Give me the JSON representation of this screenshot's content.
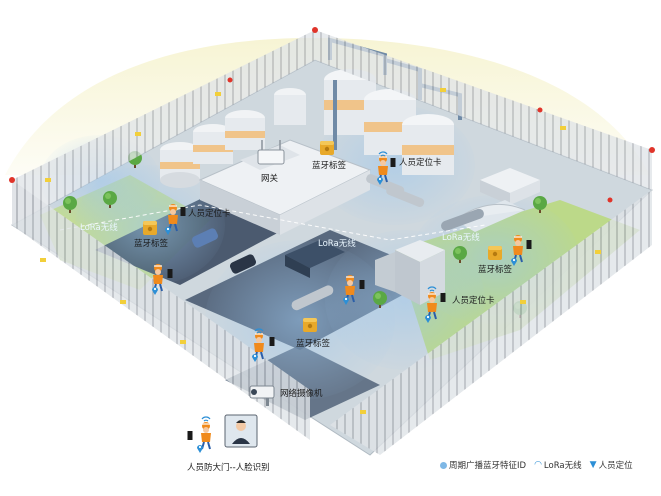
{
  "labels": {
    "gateway": "网关",
    "beacon_top": "蓝牙标签",
    "person_card_top": "人员定位卡",
    "lora_left": "LoRa无线",
    "person_card_left": "人员定位卡",
    "beacon_left": "蓝牙标签",
    "lora_mid": "LoRa无线",
    "lora_right": "LoRa无线",
    "beacon_right": "蓝牙标签",
    "person_card_right": "人员定位卡",
    "beacon_bottom": "蓝牙标签",
    "camera": "网络摄像机",
    "entrance": "人员防大门--人脸识别"
  },
  "legend": {
    "beacon": "周期广播蓝牙特征ID",
    "lora": "LoRa无线",
    "location": "人员定位"
  },
  "icons": {
    "legend_beacon": "blue-dot-icon",
    "legend_lora": "wifi-icon",
    "legend_location": "location-pin-icon"
  },
  "colors": {
    "ground": "#cfd8de",
    "lawn": "#b9d97a",
    "road": "#3c4d63",
    "coverage": "#9cc6ec",
    "dome": "#f4f1c8",
    "fence": "#8a8f97",
    "beacon": "#e8a92a",
    "worker_helmet": "#f08a1c"
  }
}
